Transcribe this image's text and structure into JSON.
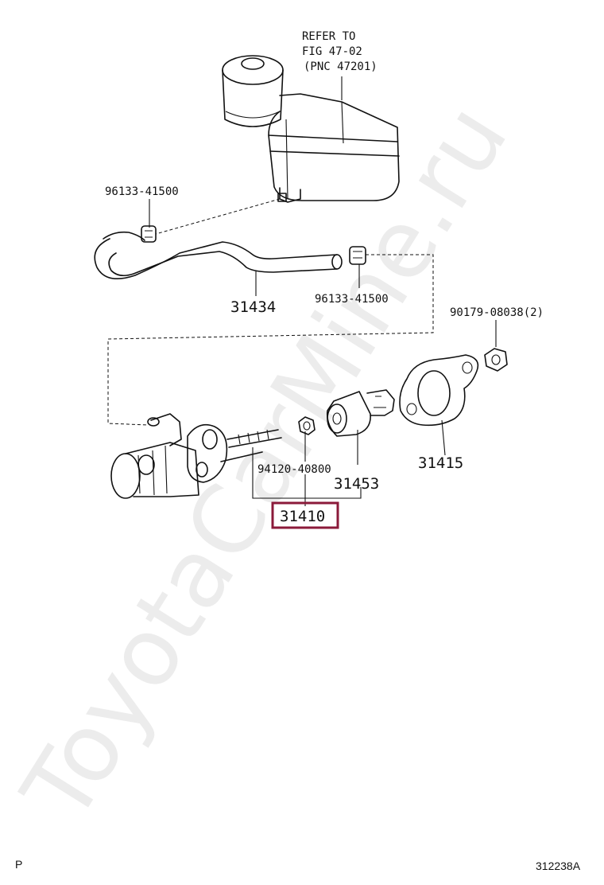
{
  "watermark": "ToyotaCarMine.ru",
  "reference_note": {
    "line1": "REFER TO",
    "line2": "FIG 47-02",
    "line3": "(PNC 47201)"
  },
  "labels": {
    "clip_upper": "96133-41500",
    "hose": "31434",
    "clip_lower": "96133-41500",
    "nut": "90179-08038(2)",
    "nut_small": "94120-40800",
    "push_rod": "31453",
    "gasket": "31415",
    "master_cylinder": "31410"
  },
  "highlight_color": "#8b1a3a",
  "footer": {
    "left": "P",
    "right": "312238A"
  }
}
